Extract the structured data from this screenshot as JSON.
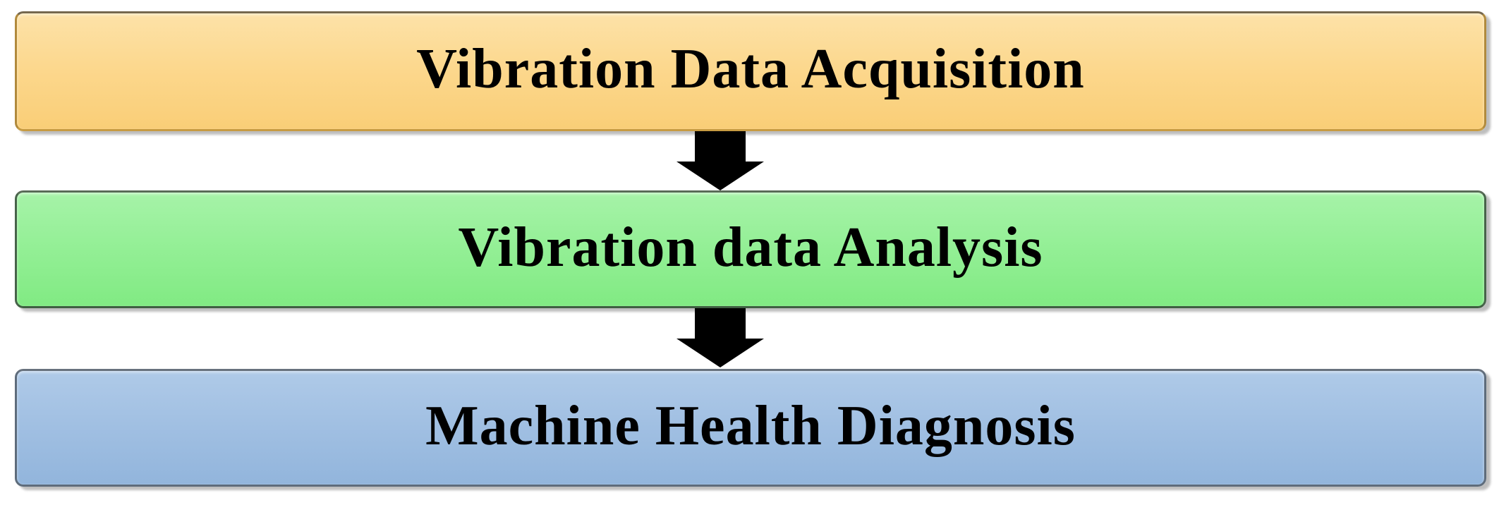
{
  "diagram": {
    "type": "flowchart",
    "background_color": "#FFFFFF",
    "text_color": "#000000",
    "arrow_color": "#000000",
    "steps": [
      {
        "label": "Vibration Data Acquisition",
        "fill_top": "#FDE2A8",
        "fill_bottom": "#F9CE77",
        "border_color": "#B18A3C"
      },
      {
        "label": "Vibration data Analysis",
        "fill_top": "#A6F3A8",
        "fill_bottom": "#81EA83",
        "border_color": "#47634A"
      },
      {
        "label": "Machine Health Diagnosis",
        "fill_top": "#AFCAE8",
        "fill_bottom": "#92B5DC",
        "border_color": "#5E6C7B"
      }
    ],
    "connections": [
      {
        "from": 0,
        "to": 1,
        "style": "block-down-arrow"
      },
      {
        "from": 1,
        "to": 2,
        "style": "block-down-arrow"
      }
    ]
  }
}
